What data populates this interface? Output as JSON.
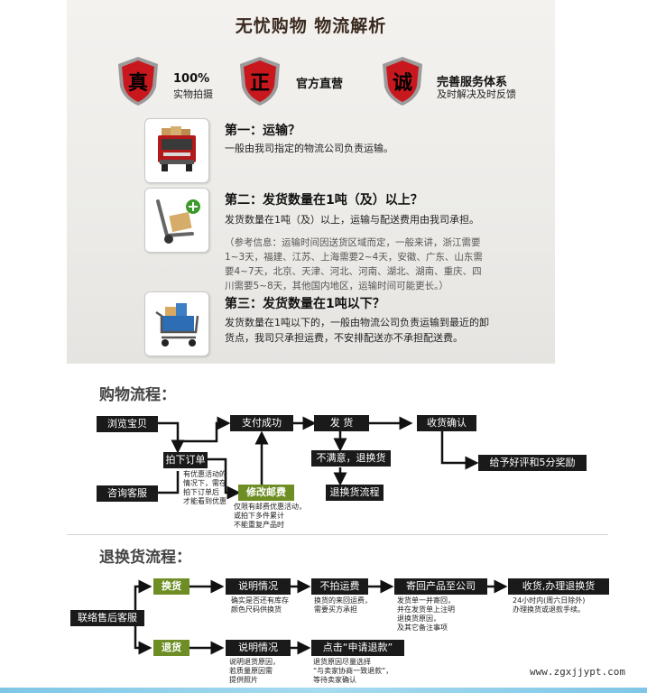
{
  "panel": {
    "title": "无忧购物  物流解析",
    "badges": [
      {
        "char": "真",
        "main": "100%",
        "sub": "实物拍摄"
      },
      {
        "char": "正",
        "main": "官方直营",
        "sub": ""
      },
      {
        "char": "诚",
        "main": "完善服务体系",
        "sub": "及时解决及时反馈"
      }
    ],
    "colors": {
      "shield_red": "#c8181e",
      "shield_rim": "#9b9b9b"
    },
    "sections": [
      {
        "title": "第一：运输？",
        "icon": "truck-icon",
        "body": "一般由我司指定的物流公司负责运输。",
        "note": []
      },
      {
        "title": "第二：发货数量在1吨（及）以上？",
        "icon": "hand-cart-icon",
        "body": "发货数量在1吨（及）以上，运输与配送费用由我司承担。",
        "note": [
          "（参考信息：运输时间因送货区域而定，一般来讲，浙江需要",
          "1~3天，福建、江苏、上海需要2~4天，安徽、广东、山东需",
          "要4~7天，北京、天津、河北、河南、湖北、湖南、重庆、四",
          "川需要5~8天，其他国内地区，运输时间可能更长。）"
        ]
      },
      {
        "title": "第三：发货数量在1吨以下？",
        "icon": "shopping-cart-icon",
        "body": "",
        "body_lines": [
          "发货数量在1吨以下的，一般由物流公司负责运输到最近的卸",
          "货点，我司只承担运费，不安排配送亦不承担配送费。"
        ],
        "note": []
      }
    ]
  },
  "shopping": {
    "header": "购物流程：",
    "browse": "浏览宝贝",
    "consult": "咨询客服",
    "order": "拍下订单",
    "order_note": [
      "有优惠活动的",
      "情况下，需在",
      "拍下订单后",
      "才能看到优惠"
    ],
    "pay": "支付成功",
    "modify": "修改邮费",
    "modify_note": [
      "仅限有邮费优惠活动，",
      "或拍下多件累计",
      "不能重复产品时"
    ],
    "ship": "发  货",
    "unsatisfied": "不满意，退换货",
    "return_flow": "退换货流程",
    "confirm": "收货确认",
    "review": "给予好评和5分奖励"
  },
  "returns": {
    "header": "退换货流程：",
    "contact": "联络售后客服",
    "exchange": "换货",
    "refund": "退货",
    "explain1": "说明情况",
    "explain1_note": [
      "确实是否还有库存",
      "颜色尺码供换货"
    ],
    "no_fee": "不拍运费",
    "no_fee_note": [
      "换货的来回运费，",
      "需要买方承担"
    ],
    "send_back": "寄回产品至公司",
    "send_back_note": [
      "发货单一并寄回，",
      "并在发货单上注明",
      "退换货原因，",
      "及其它备注事项"
    ],
    "receive": "收货,办理退换货",
    "receive_note": [
      "24小时内(周六日除外)",
      "办理换货或退款手续。"
    ],
    "explain2": "说明情况",
    "explain2_note": [
      "说明退货原因，",
      "若质量原因需",
      "提供照片"
    ],
    "click_refund": "点击“申请退款”",
    "click_refund_note": [
      "退货原因尽量选择",
      "“与卖家协商一致退款”，",
      "等待卖家确认"
    ]
  },
  "footer": {
    "url": "www.zgxjjypt.com"
  }
}
